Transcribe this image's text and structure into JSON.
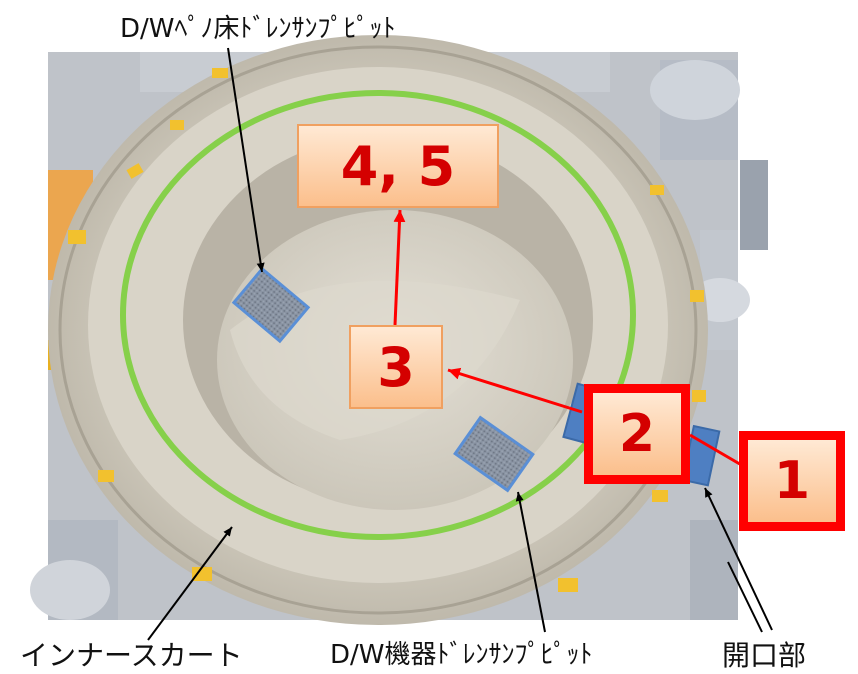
{
  "labels": {
    "floor_sump": "D/Wﾍﾟﾉ床ﾄﾞﾚﾝｻﾝﾌﾟﾋﾟｯﾄ",
    "inner_skirt": "インナースカート",
    "equipment_sump": "D/W機器ﾄﾞﾚﾝｻﾝﾌﾟﾋﾟｯﾄ",
    "opening": "開口部"
  },
  "steps": {
    "step1": "1",
    "step2": "2",
    "step3": "3",
    "step45": "4, 5"
  },
  "colors": {
    "ring_marker": "#86d04a",
    "step_box_border": "#ff0000",
    "step_text": "#d40000",
    "arrow_red": "#ff0000",
    "sump_outline": "#5a8fd6"
  }
}
